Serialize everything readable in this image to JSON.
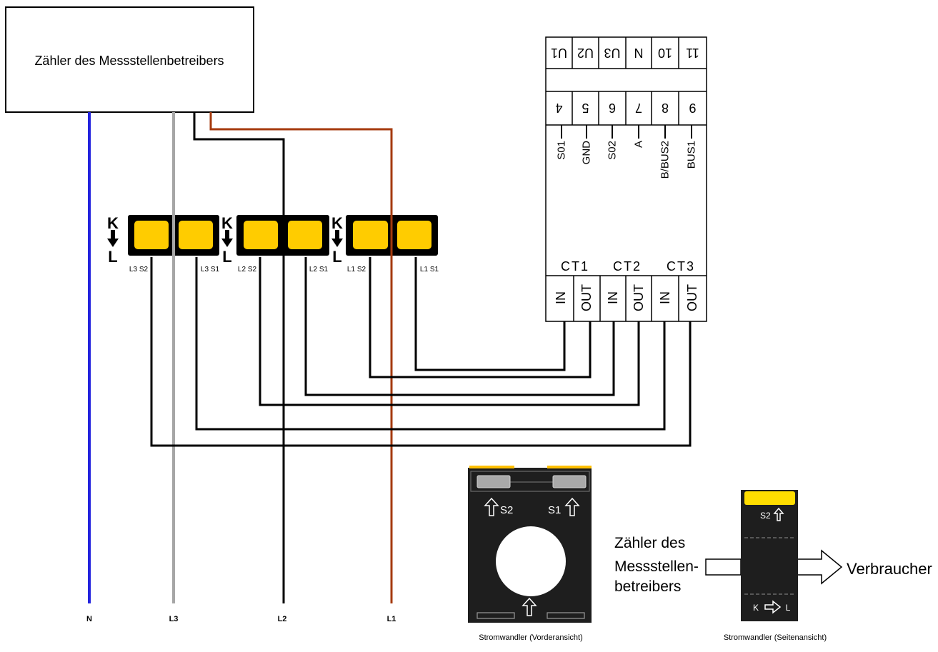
{
  "meter": {
    "label": "Zähler des Messstellenbetreibers"
  },
  "conductors": {
    "n": {
      "label": "N",
      "color": "#2222dd"
    },
    "l3": {
      "label": "L3",
      "color": "#a6a6a6"
    },
    "l2": {
      "label": "L2",
      "color": "#000000"
    },
    "l1": {
      "label": "L1",
      "color": "#a53a0e"
    }
  },
  "transformers": {
    "direction": {
      "k": "K",
      "l": "L"
    },
    "terminal_color": "#ffcc00",
    "l3": {
      "s2": "L3 S2",
      "s1": "L3 S1"
    },
    "l2": {
      "s2": "L2 S2",
      "s1": "L2 S1"
    },
    "l1": {
      "s2": "L1 S2",
      "s1": "L1 S1"
    }
  },
  "device": {
    "voltage_terminals": [
      "U1",
      "U2",
      "U3",
      "N",
      "10",
      "11"
    ],
    "terminal_numbers": [
      "4",
      "5",
      "6",
      "7",
      "8",
      "9"
    ],
    "signals": [
      "S01",
      "GND",
      "S02",
      "A",
      "B/BUS2",
      "BUS1"
    ],
    "ct_inputs": [
      {
        "name": "CT1",
        "in": "IN",
        "out": "OUT"
      },
      {
        "name": "CT2",
        "in": "IN",
        "out": "OUT"
      },
      {
        "name": "CT3",
        "in": "IN",
        "out": "OUT"
      }
    ]
  },
  "front_view": {
    "s2": "S2",
    "s1": "S1",
    "caption": "Stromwandler (Vorderansicht)"
  },
  "side_view": {
    "s2": "S2",
    "k": "K",
    "l": "L",
    "caption": "Stromwandler (Seitenansicht)"
  },
  "flow": {
    "source_lines": [
      "Zähler des",
      "Messstellen-",
      "betreibers"
    ],
    "load": "Verbraucher"
  }
}
